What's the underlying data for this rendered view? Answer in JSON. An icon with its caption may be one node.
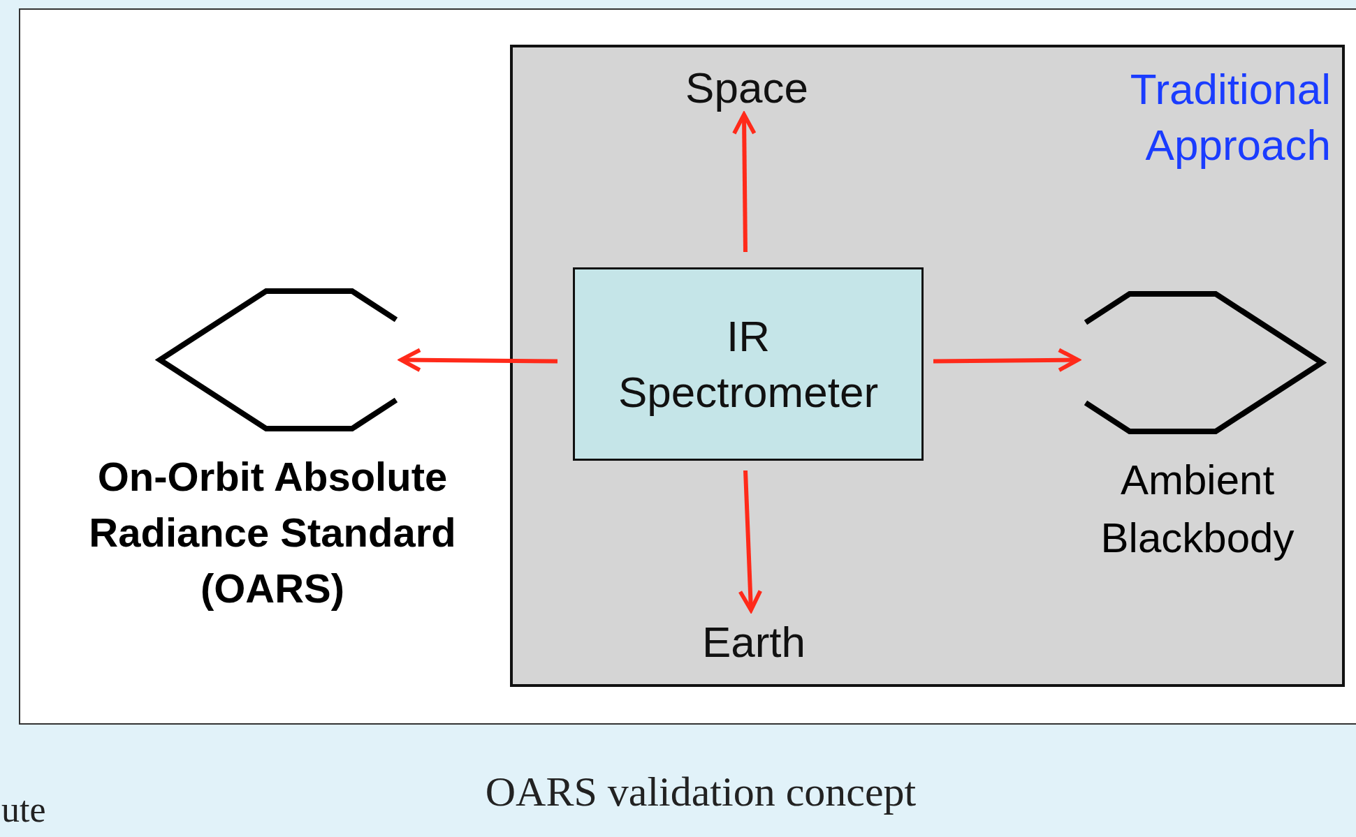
{
  "diagram": {
    "caption": "OARS validation concept",
    "nodes": [
      {
        "text": [
          "Traditional Approach"
        ]
      },
      {
        "text": [
          "IR Spectrometer"
        ],
        "in": 0
      },
      {
        "text": [
          "Space"
        ],
        "in": 0
      },
      {
        "text": [
          "Earth"
        ],
        "in": 0
      },
      {
        "text": [
          "Ambient Blackbody"
        ],
        "in": 0
      },
      {
        "text": [
          "On-Orbit Absolute Radiance Standard (OARS)"
        ]
      }
    ],
    "edges": [
      {
        "from": 1,
        "to": 2,
        "arrow": "to",
        "color": "#ff2a1a"
      },
      {
        "from": 1,
        "to": 3,
        "arrow": "to",
        "color": "#ff2a1a"
      },
      {
        "from": 1,
        "to": 4,
        "arrow": "to",
        "color": "#ff2a1a"
      },
      {
        "from": 1,
        "to": 5,
        "arrow": "to",
        "color": "#ff2a1a"
      }
    ],
    "labels": [
      "ute"
    ]
  }
}
